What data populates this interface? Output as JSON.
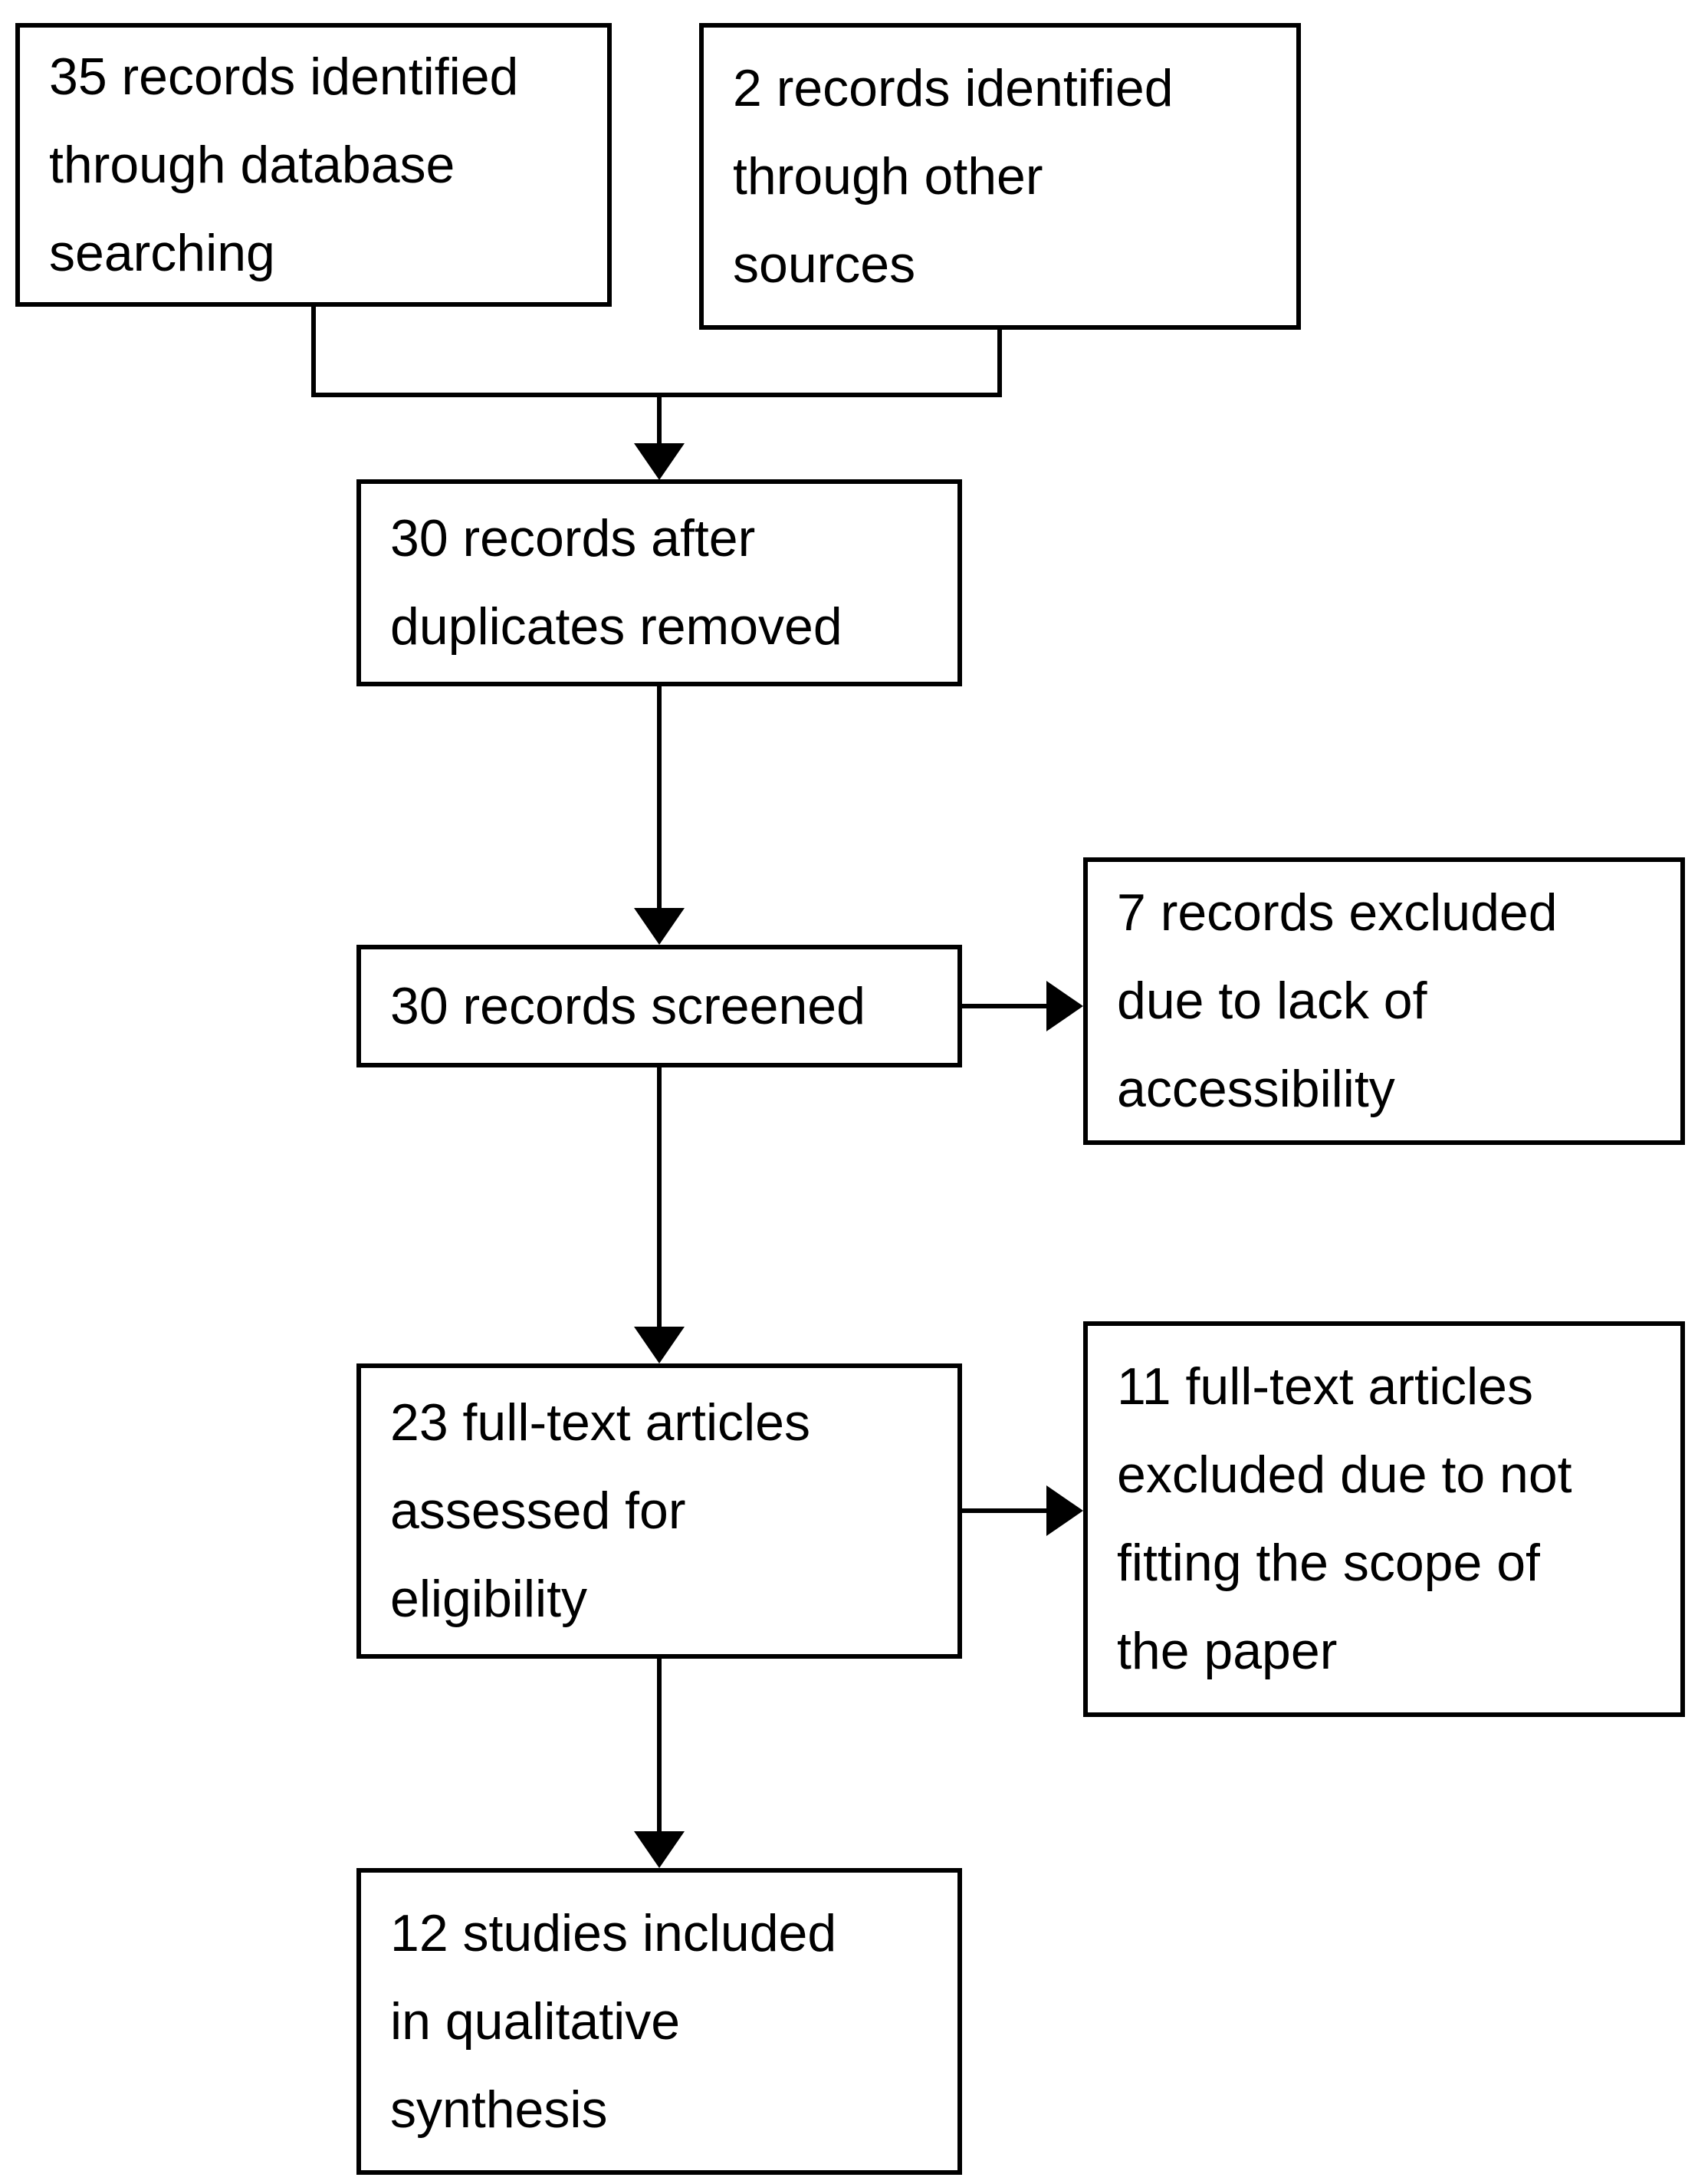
{
  "diagram_type": "study-selection-flowchart",
  "colors": {
    "line": "#000000",
    "text": "#000000",
    "box_fill": "#ffffff",
    "background": "#ffffff"
  },
  "boxes": {
    "identified_database": {
      "text": "35 records identified\nthrough database\nsearching"
    },
    "identified_other": {
      "text": "2 records identified\nthrough other\nsources"
    },
    "after_duplicates": {
      "text": "30 records after\nduplicates removed"
    },
    "screened": {
      "text": "30 records screened"
    },
    "excluded_accessibility": {
      "text": "7 records excluded\ndue to lack of\naccessibility"
    },
    "fulltext_assessed": {
      "text": "23 full-text articles\nassessed for\neligibility"
    },
    "fulltext_excluded": {
      "text": "11 full-text articles\nexcluded due to not\nfitting the scope of\nthe paper"
    },
    "included_qualitative": {
      "text": "12 studies included\nin qualitative\nsynthesis"
    }
  }
}
